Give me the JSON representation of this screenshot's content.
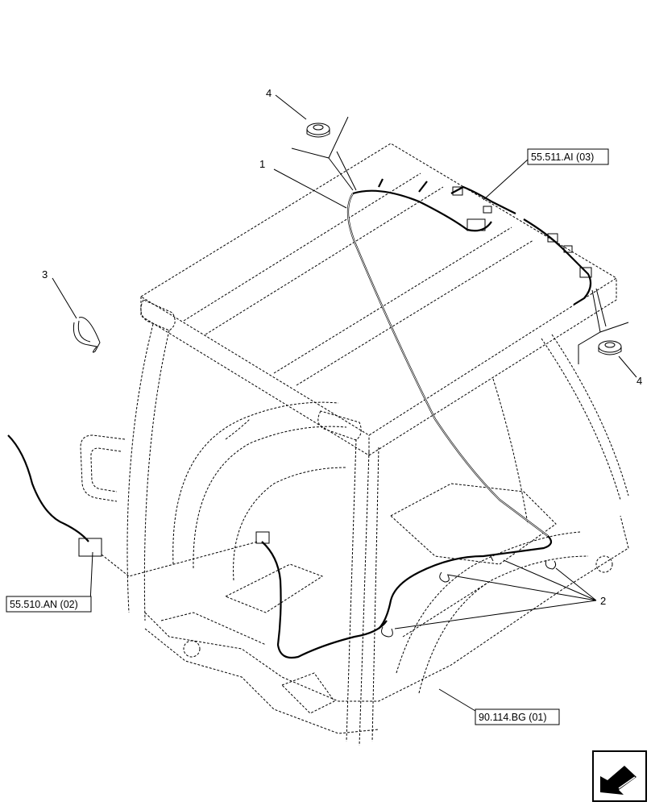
{
  "callouts": {
    "part_1": "1",
    "part_2": "2",
    "part_3": "3",
    "part_4_top": "4",
    "part_4_right": "4"
  },
  "references": {
    "roof_harness": "55.511.AI (03)",
    "lower_harness": "55.510.AN (02)",
    "fender": "90.114.BG (01)"
  },
  "icons": {
    "nav": "arrow-navigation-icon"
  }
}
